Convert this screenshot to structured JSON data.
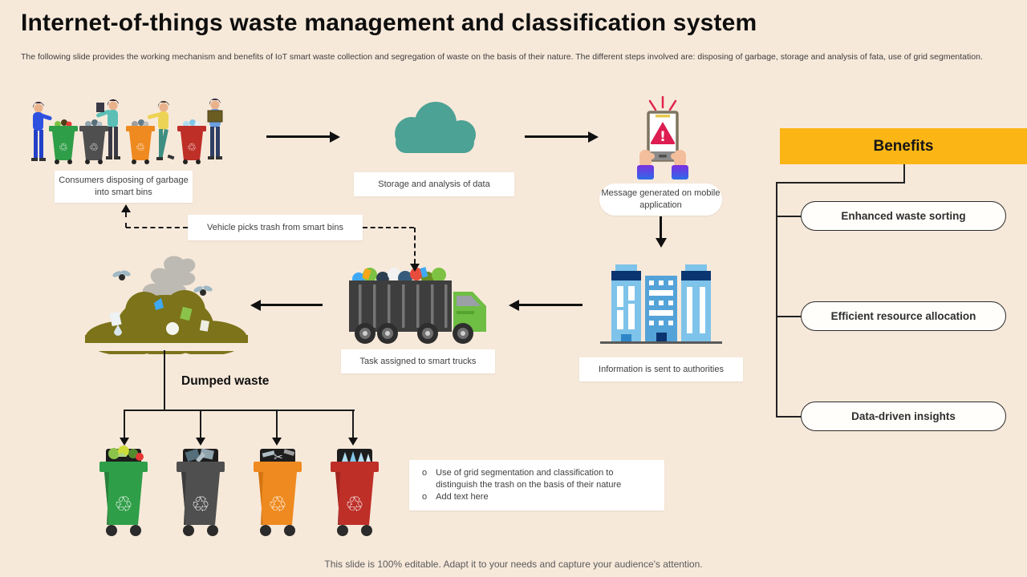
{
  "slide": {
    "title": "Internet-of-things waste management and classification system",
    "subtitle": "The following slide provides the working mechanism and benefits of IoT smart waste collection and segregation of waste on the basis of their nature. The different steps involved are: disposing of garbage, storage and analysis of fata, use of grid segmentation.",
    "footer": "This slide is 100% editable. Adapt it to your needs and capture your audience's attention."
  },
  "flow": {
    "consumers": "Consumers disposing of garbage into smart bins",
    "storage": "Storage and analysis of data",
    "message": "Message generated on mobile application",
    "authorities": "Information is sent to authorities",
    "trucks": "Task assigned to smart trucks",
    "vehicle": "Vehicle picks trash from smart bins",
    "dumped": "Dumped waste",
    "bullets": [
      "Use of grid segmentation and classification to distinguish the trash on the basis of their nature",
      "Add text here"
    ],
    "bullet_marker": "o"
  },
  "benefits": {
    "header": "Benefits",
    "items": [
      "Enhanced waste sorting",
      "Efficient resource allocation",
      "Data-driven insights"
    ]
  },
  "colors": {
    "background": "#F7E9DA",
    "accent_yellow": "#FBB616",
    "cloud_teal": "#4CA294",
    "bin_green": "#2F9E48",
    "bin_gray": "#4F4F4F",
    "bin_orange": "#EE8A1F",
    "bin_red": "#BE2F28",
    "truck_green": "#6FBE44",
    "pile_olive": "#7C731A",
    "alert_red": "#DD1D52",
    "building_blue": "#7EC3EA"
  }
}
